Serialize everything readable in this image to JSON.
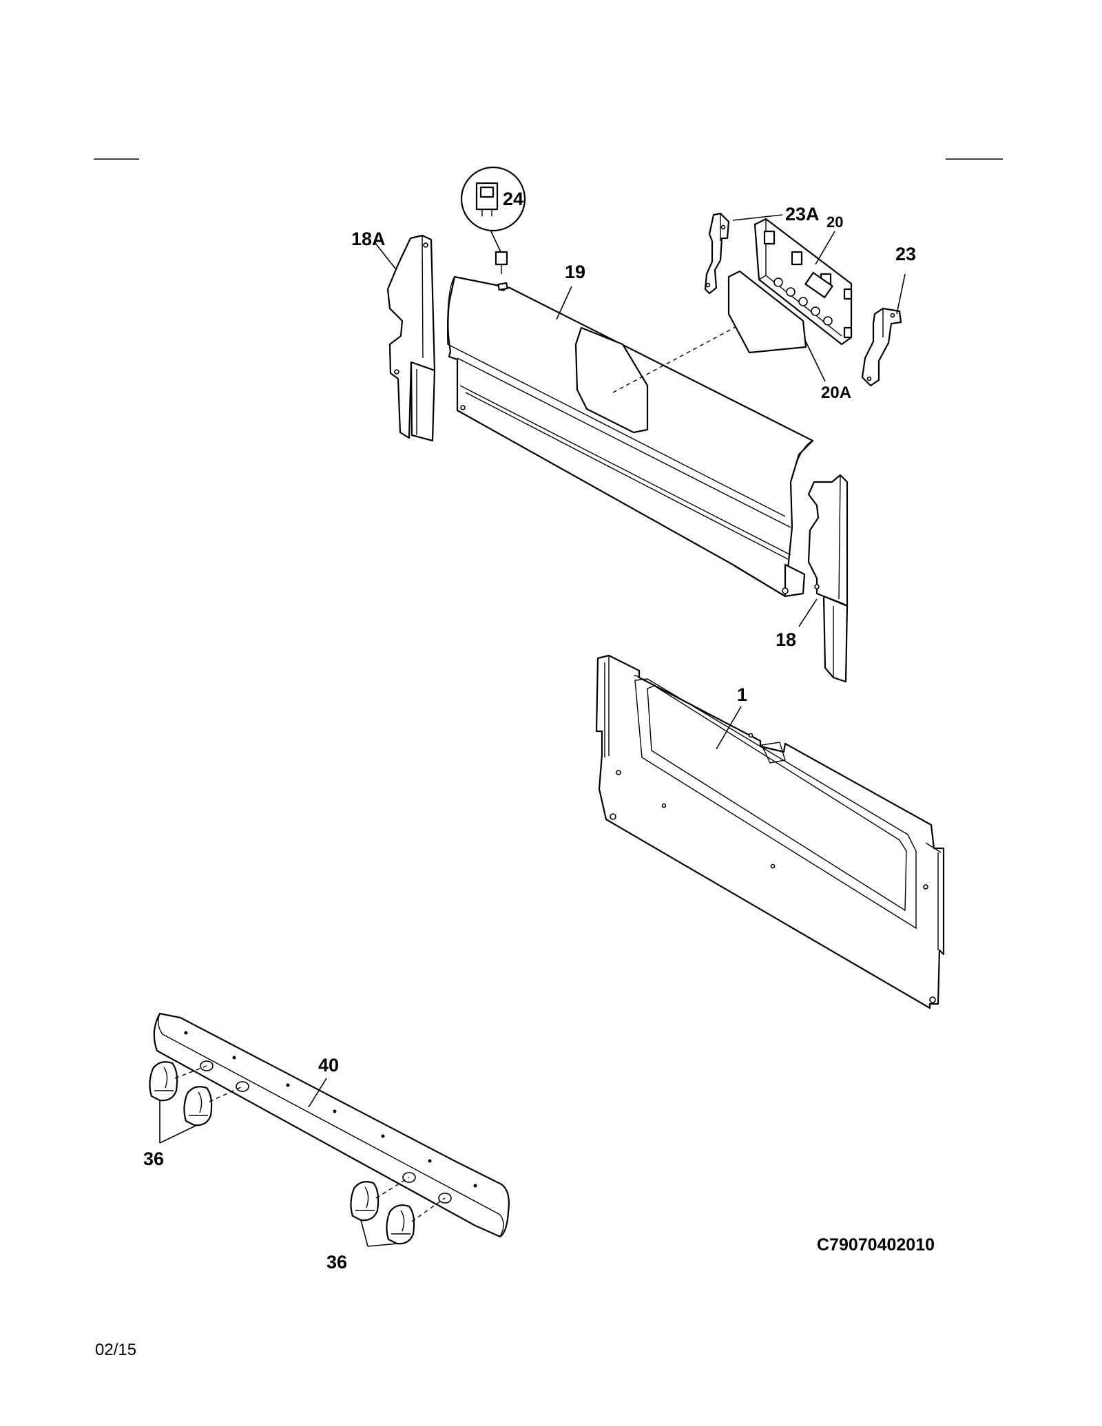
{
  "callouts": {
    "c24": "24",
    "c23A": "23A",
    "c20": "20",
    "c18A": "18A",
    "c19": "19",
    "c23": "23",
    "c20A": "20A",
    "c18": "18",
    "c1": "1",
    "c40": "40",
    "c36a": "36",
    "c36b": "36"
  },
  "drawing_code": "C79070402010",
  "date_code": "02/15"
}
